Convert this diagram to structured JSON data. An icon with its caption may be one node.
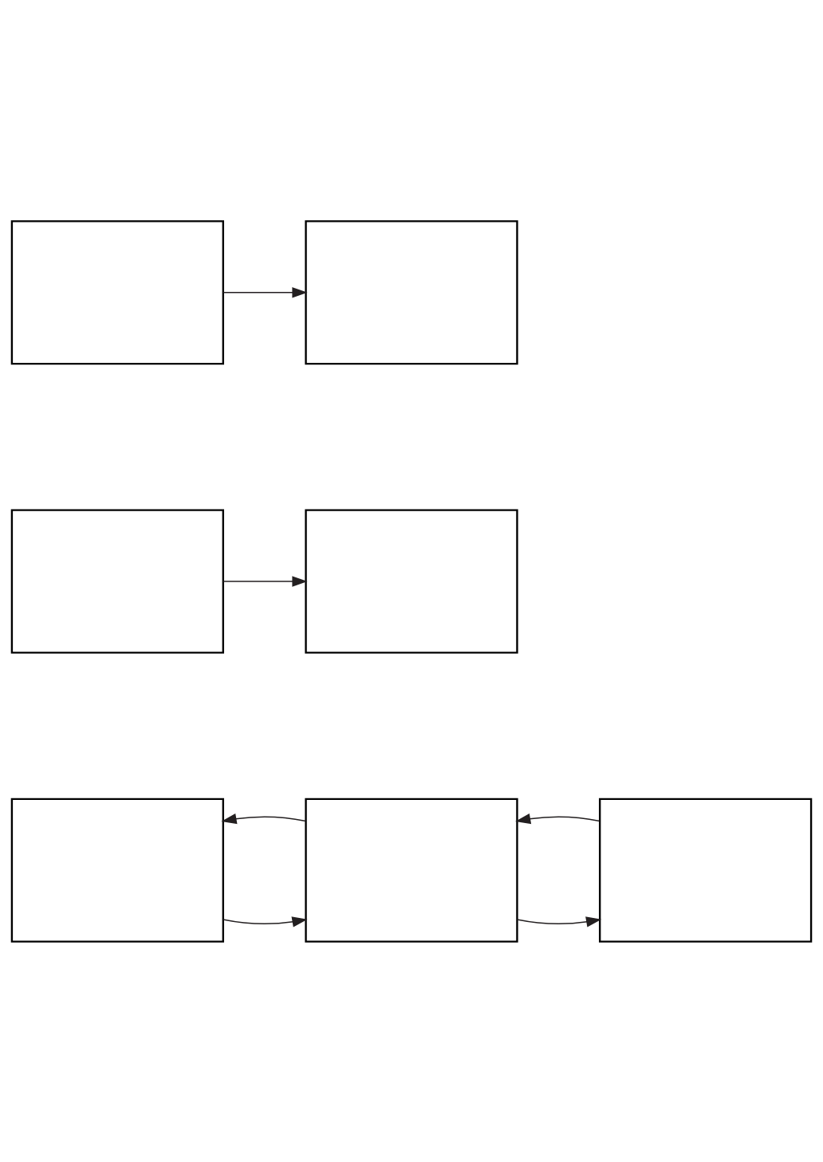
{
  "diagram": {
    "nodes": [
      {
        "text": [],
        "shape": "box"
      },
      {
        "text": [],
        "shape": "box"
      },
      {
        "text": [],
        "shape": "box"
      },
      {
        "text": [],
        "shape": "box"
      },
      {
        "text": [],
        "shape": "box"
      },
      {
        "text": [],
        "shape": "box"
      },
      {
        "text": [],
        "shape": "box"
      }
    ],
    "edges": [
      {
        "from": 0,
        "to": 1,
        "arrow": "to"
      },
      {
        "from": 2,
        "to": 3,
        "arrow": "to"
      },
      {
        "from": 4,
        "to": 5,
        "arrow": "to"
      },
      {
        "from": 5,
        "to": 6,
        "arrow": "to"
      },
      {
        "from": 6,
        "to": 5,
        "arrow": "to"
      },
      {
        "from": 5,
        "to": 4,
        "arrow": "to"
      }
    ]
  }
}
